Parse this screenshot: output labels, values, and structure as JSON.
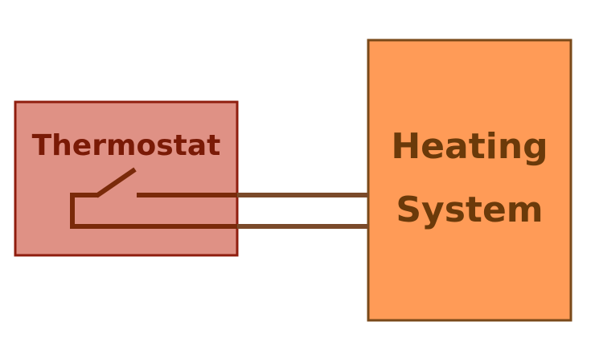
{
  "thermostat": {
    "label": "Thermostat"
  },
  "heating_system": {
    "label_line1": "Heating",
    "label_line2": "System"
  },
  "colors": {
    "thermostat_fill": "#df9185",
    "thermostat_stroke": "#8f1d0e",
    "thermostat_text": "#7a1a06",
    "heater_fill": "#ff9b57",
    "heater_stroke": "#7a4a1a",
    "heater_text": "#6b3a0a",
    "wire": "#7a4a2a",
    "inner_wire": "#7a2a0a"
  }
}
